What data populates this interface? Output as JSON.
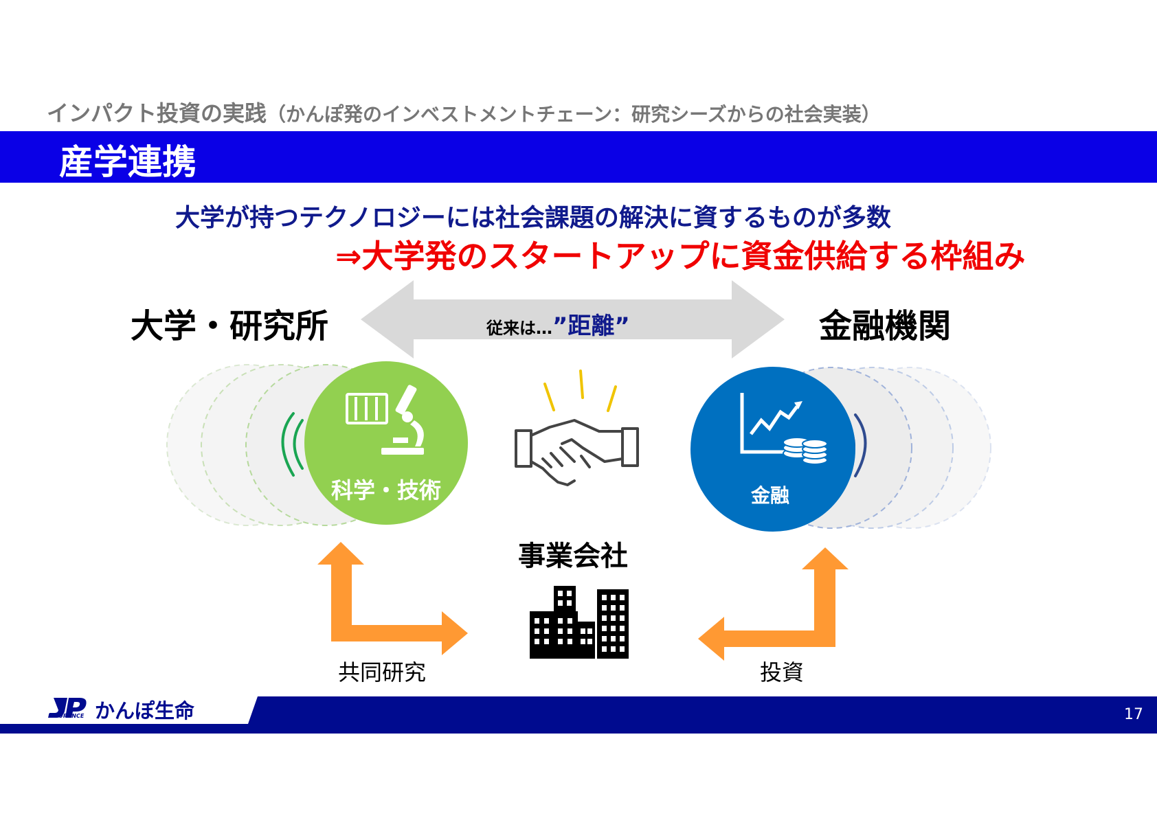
{
  "header": {
    "title": "インパクト投資の実践",
    "subtitle": "（かんぽ発のインベストメントチェーン：研究シーズからの社会実装）",
    "band_title": "産学連携"
  },
  "headline": {
    "line1": "大学が持つテクノロジーには社会課題の解決に資するものが多数",
    "line2": "⇒大学発のスタートアップに資金供給する枠組み"
  },
  "diagram": {
    "left_label": "大学・研究所",
    "right_label": "金融機関",
    "arrow_text_prefix": "従来は…",
    "arrow_text_emphasis": "”距離”",
    "left_circle_label": "科学・技術",
    "right_circle_label": "金融",
    "center_label": "事業会社",
    "left_flow_label": "共同研究",
    "right_flow_label": "投資"
  },
  "footer": {
    "logo_text": "かんぽ生命",
    "logo_mark": "JP",
    "logo_sub": "INSURANCE",
    "page_number": "17"
  },
  "colors": {
    "band": "#0a00e6",
    "headline_blue": "#101a8c",
    "headline_red": "#f00000",
    "green": "#92d050",
    "blue": "#0070c0",
    "orange": "#ff9933",
    "footer_navy": "#000b8f"
  }
}
